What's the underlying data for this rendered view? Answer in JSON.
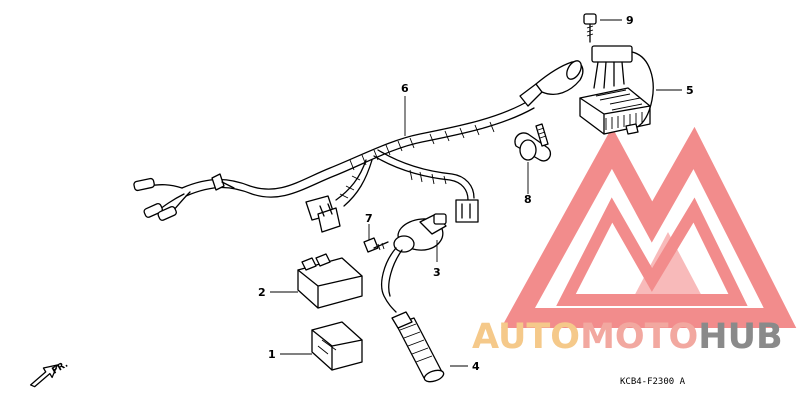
{
  "diagram": {
    "callouts": {
      "c1": "1",
      "c2": "2",
      "c3": "3",
      "c4": "4",
      "c5": "5",
      "c6": "6",
      "c7": "7",
      "c8": "8",
      "c9": "9"
    },
    "direction_label": "FR.",
    "drawing_code": "KCB4-F2300 A"
  },
  "watermark": {
    "part1": "AUTO",
    "part2": "MOTO",
    "part3": "HUB",
    "colors": {
      "logo_red": "#f07878",
      "auto": "#f5c98a",
      "moto": "#f2a8a0",
      "hub": "#8a8a8a"
    }
  }
}
